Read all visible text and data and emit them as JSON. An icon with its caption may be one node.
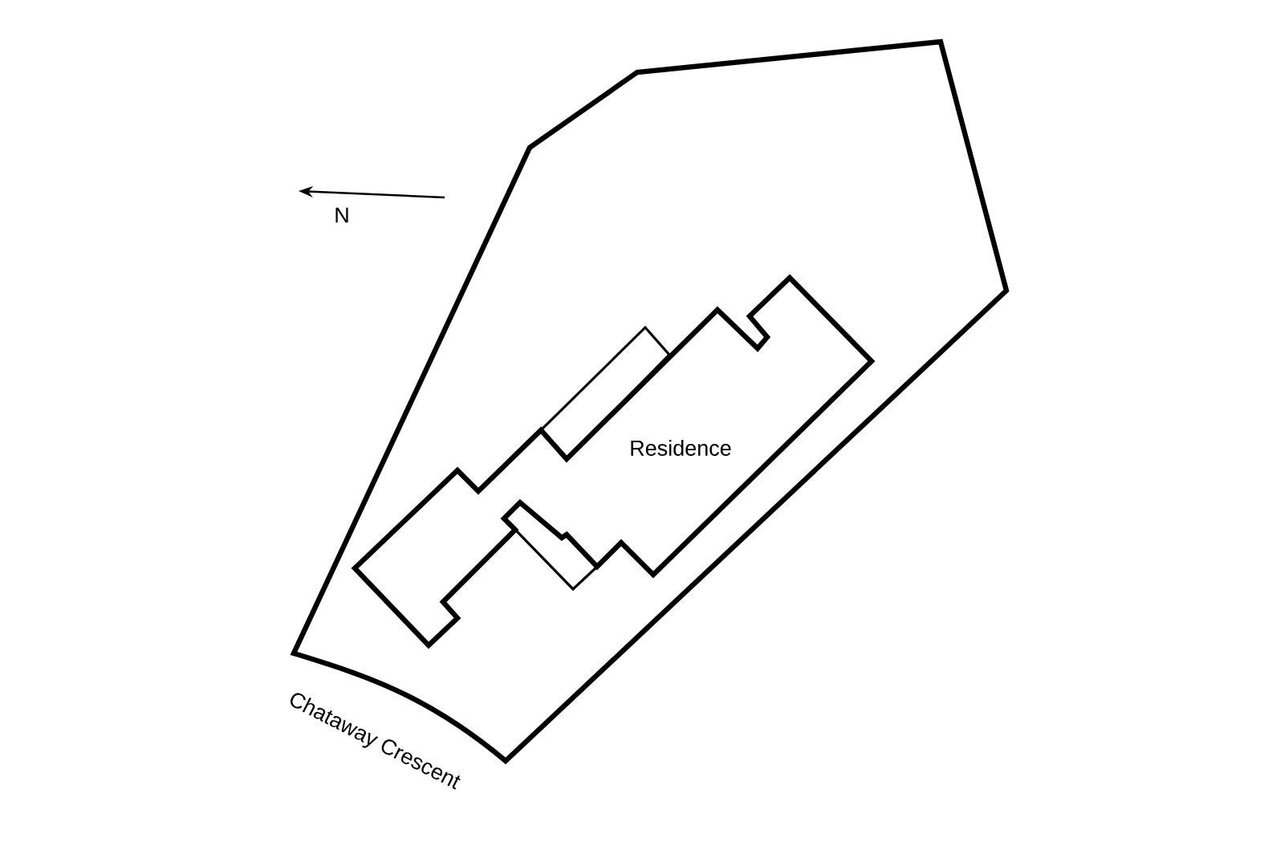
{
  "diagram": {
    "nodes": [
      {
        "text": [
          "Residence"
        ]
      }
    ],
    "labels": [
      "N",
      "Chataway Crescent"
    ]
  }
}
